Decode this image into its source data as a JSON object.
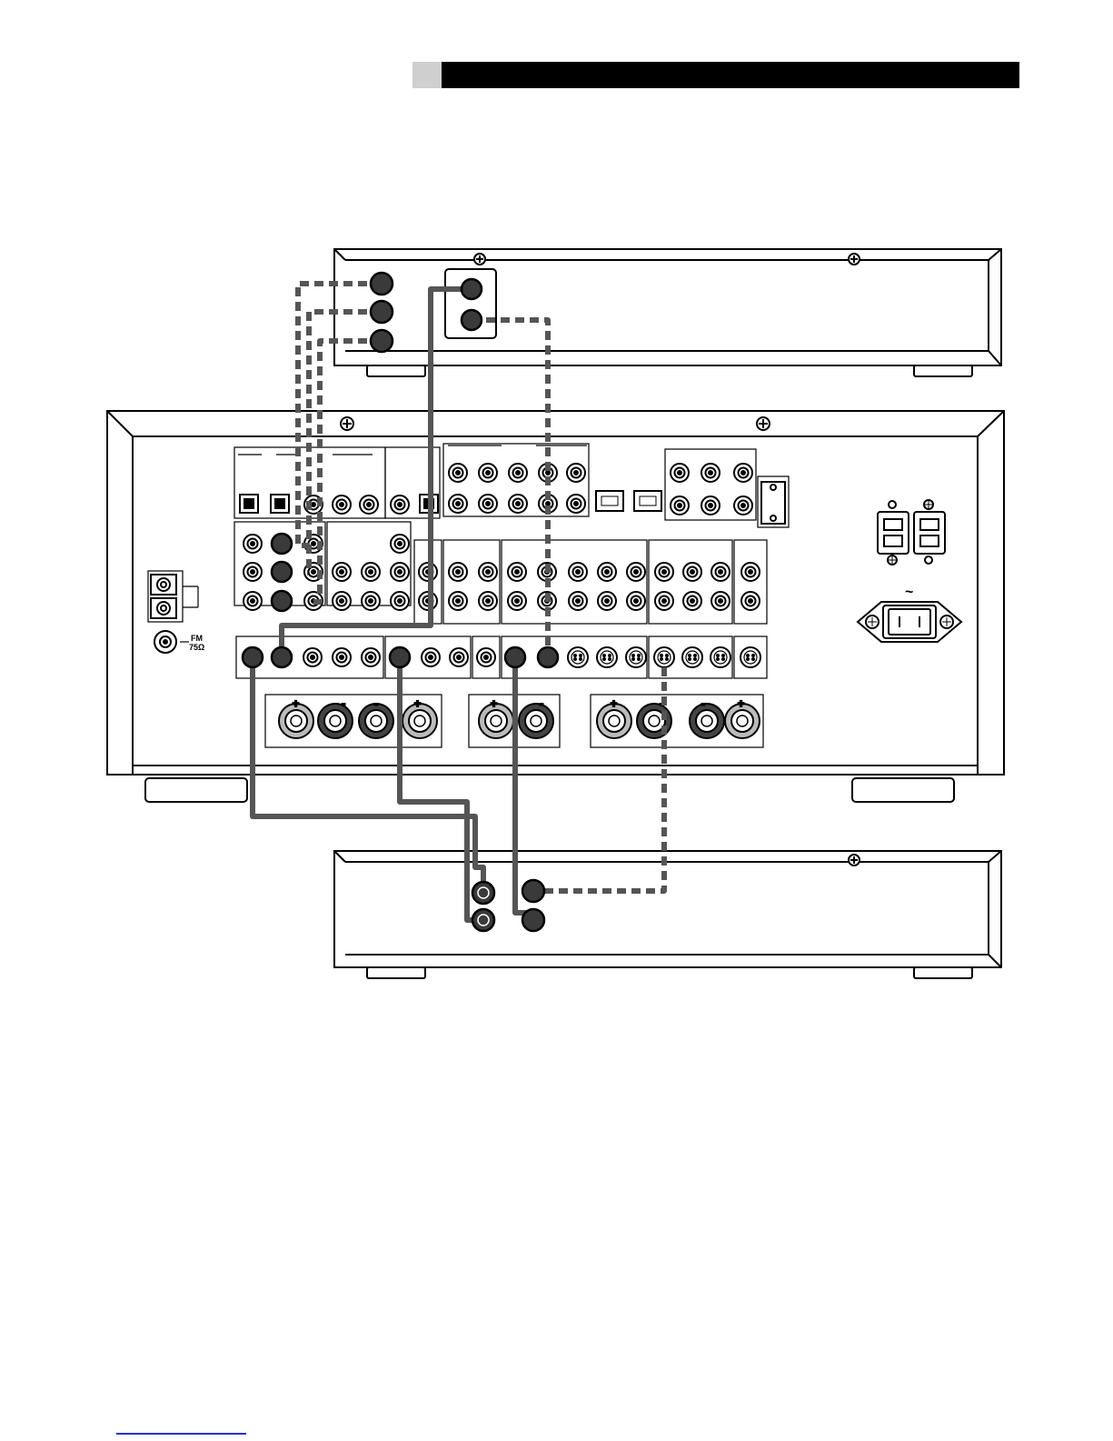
{
  "page": {
    "background": "#ffffff",
    "header_bar_color": "#000000",
    "header_accent_color": "#cfcfcf",
    "footer_link_color": "#2233cc"
  },
  "diagram": {
    "ink_color": "#000000",
    "cable_color": "#555555",
    "labels": {
      "antenna_fm": "FM",
      "antenna_ohm": "75Ω",
      "ac_symbol": "~",
      "speaker_plus": "+",
      "speaker_minus": "-"
    },
    "devices": [
      {
        "id": "top-source-component"
      },
      {
        "id": "main-receiver"
      },
      {
        "id": "bottom-component"
      }
    ],
    "cables": [
      {
        "id": "top-jack-1-to-receiver",
        "style": "dashed"
      },
      {
        "id": "top-jack-2-to-receiver",
        "style": "dashed"
      },
      {
        "id": "top-jack-3-to-receiver",
        "style": "dashed"
      },
      {
        "id": "top-box-upper-to-receiver",
        "style": "solid"
      },
      {
        "id": "top-box-lower-to-receiver",
        "style": "dashed"
      },
      {
        "id": "receiver-to-bottom-upper-left",
        "style": "solid"
      },
      {
        "id": "receiver-to-bottom-lower-left",
        "style": "solid"
      },
      {
        "id": "receiver-to-bottom-lower-right",
        "style": "solid"
      },
      {
        "id": "receiver-svideo-to-bottom-upper-right",
        "style": "dashed"
      }
    ]
  }
}
